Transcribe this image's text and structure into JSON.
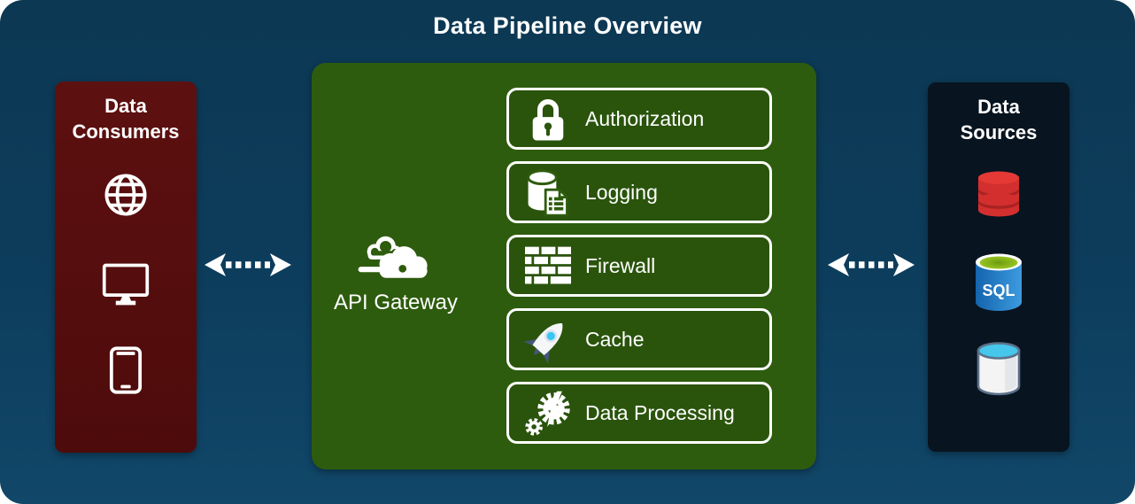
{
  "title": "Data Pipeline Overview",
  "consumers": {
    "name_line1": "Data",
    "name_line2": "Consumers",
    "icons": [
      "globe-icon",
      "desktop-monitor-icon",
      "mobile-phone-icon"
    ]
  },
  "gateway": {
    "label": "API Gateway",
    "icon": "cloud-gateway-icon",
    "services": [
      {
        "label": "Authorization",
        "icon": "lock-icon"
      },
      {
        "label": "Logging",
        "icon": "log-cylinder-document-icon"
      },
      {
        "label": "Firewall",
        "icon": "brick-wall-icon"
      },
      {
        "label": "Cache",
        "icon": "rocket-icon"
      },
      {
        "label": "Data Processing",
        "icon": "gear-lightning-icon"
      }
    ]
  },
  "sources": {
    "name_line1": "Data",
    "name_line2": "Sources",
    "sql_label": "SQL",
    "icons": [
      "red-database-icon",
      "sql-database-icon",
      "storage-cylinder-icon"
    ]
  },
  "connections": [
    "bidirectional-dashed-arrow-left",
    "bidirectional-dashed-arrow-right"
  ],
  "colors": {
    "background_top": "#0c3853",
    "background_bottom": "#114769",
    "consumers_box": "#570d0d",
    "gateway_box": "#2e5c0e",
    "sources_box": "#081420",
    "text": "#ffffff",
    "red_db": "#d32f2f",
    "sql_db_blue": "#2f87d2",
    "sql_db_lime": "#a3cf25",
    "storage_top_cyan": "#45c6ea",
    "rocket_fin": "#45567a",
    "rocket_window": "#38c6f4"
  }
}
